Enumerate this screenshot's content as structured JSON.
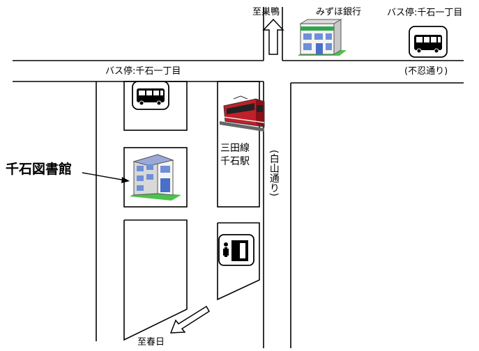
{
  "labels": {
    "north_direction": "至巣鴨",
    "south_direction": "至春日",
    "bank": "みずほ銀行",
    "bus_stop_north": "バス停:千石一丁目",
    "bus_stop_south": "バス停:千石一丁目",
    "street_shinobazu": "(不忍通り)",
    "street_hakusan": "(白山通り)",
    "station_line1": "三田線",
    "station_line2": "千石駅",
    "library": "千石図書館"
  },
  "icons": [
    "bus-icon",
    "bank-building-icon",
    "train-icon",
    "library-building-icon",
    "restroom-icon",
    "arrow-north-icon",
    "arrow-southwest-icon"
  ],
  "colors": {
    "line": "#000000",
    "building_blue": "#6f8fd8",
    "grass_green": "#4cc24c",
    "train_red": "#c0202a"
  }
}
